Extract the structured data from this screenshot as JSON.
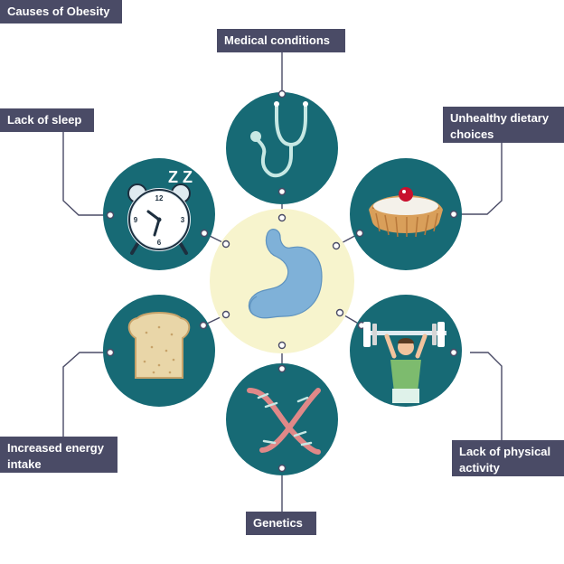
{
  "title": "Causes of Obesity",
  "center": {
    "icon": "stomach-icon"
  },
  "causes": [
    {
      "key": "medical",
      "label": "Medical conditions",
      "icon": "stethoscope-icon"
    },
    {
      "key": "diet",
      "label": "Unhealthy dietary choices",
      "label_lines": [
        "Unhealthy dietary",
        "choices"
      ],
      "icon": "cake-icon"
    },
    {
      "key": "activity",
      "label": "Lack of physical activity",
      "label_lines": [
        "Lack of physical",
        "activity"
      ],
      "icon": "weightlifter-icon"
    },
    {
      "key": "genetics",
      "label": "Genetics",
      "icon": "dna-icon"
    },
    {
      "key": "energy",
      "label": "Increased energy intake",
      "label_lines": [
        "Increased energy",
        "intake"
      ],
      "icon": "bread-icon"
    },
    {
      "key": "sleep",
      "label": "Lack of sleep",
      "icon": "alarm-clock-icon",
      "clock_text": {
        "snore": "Z Z",
        "n12": "12",
        "n3": "3",
        "n6": "6",
        "n9": "9"
      }
    }
  ],
  "colors": {
    "circle": "#176a75",
    "center": "#f7f4cd",
    "label_bg": "#4a4b66",
    "connector": "#4a4b66",
    "stomach": "#7fb1d8"
  }
}
